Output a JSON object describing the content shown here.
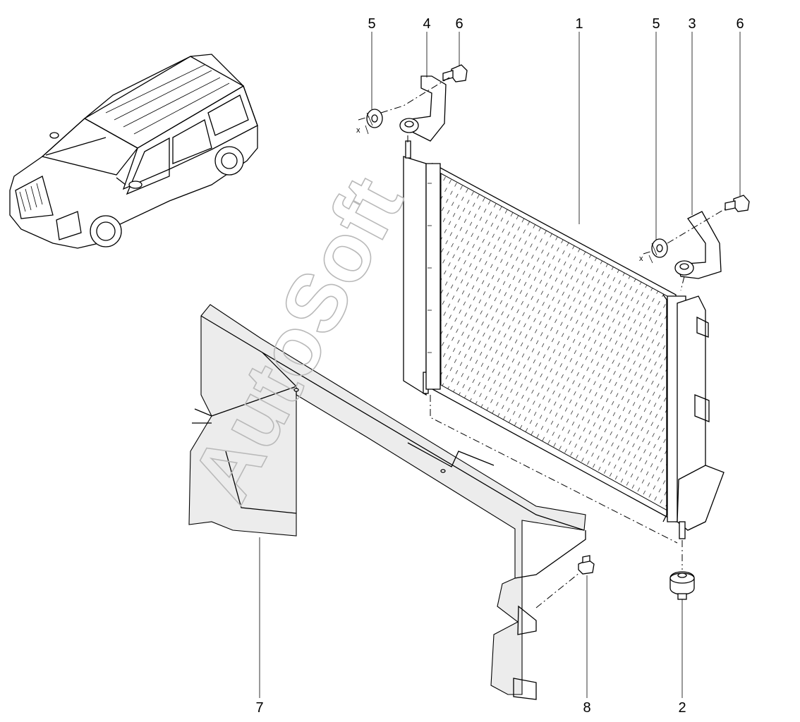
{
  "watermark": {
    "text": "AutoSoft"
  },
  "callouts": {
    "c1": "1",
    "c2": "2",
    "c3": "3",
    "c4": "4",
    "c5a": "5",
    "c5b": "5",
    "c6a": "6",
    "c6b": "6",
    "c7": "7",
    "c8": "8"
  },
  "marks": {
    "x1": "x",
    "x2": "x"
  }
}
